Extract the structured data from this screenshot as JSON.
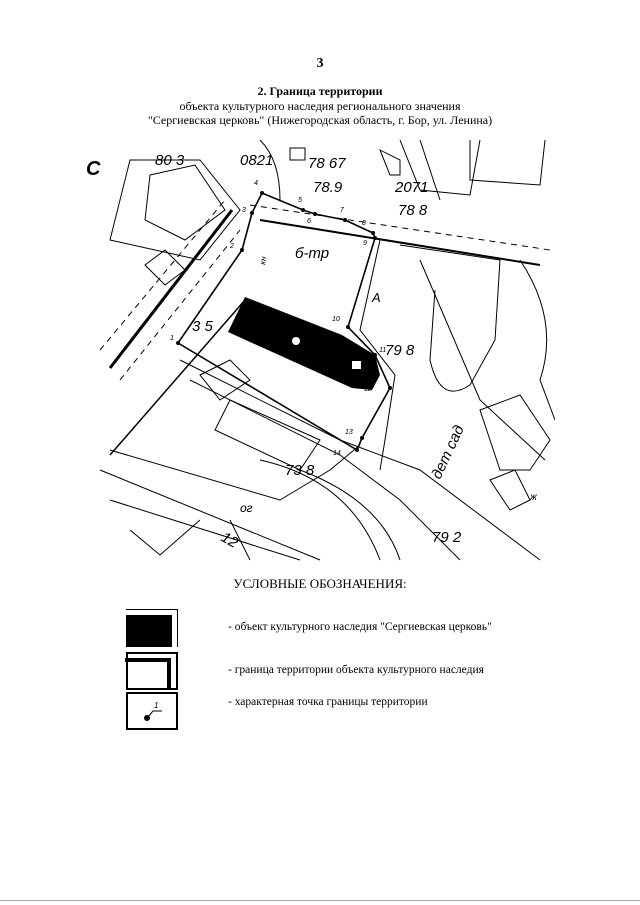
{
  "page_number": "3",
  "heading": {
    "title": "2. Граница территории",
    "line1": "объекта культурного наследия регионального значения",
    "line2": "\"Сергиевская церковь\" (Нижегородская область, г. Бор, ул. Ленина)"
  },
  "map": {
    "north_symbol": "С",
    "labels": [
      "80 3",
      "0821",
      "78 67",
      "78.9",
      "2071",
      "78 8",
      "б-тр",
      "79 8",
      "73 8",
      "дет сад",
      "79 2",
      "ог",
      "3 5",
      "12",
      "кн",
      "ж",
      "А"
    ],
    "points": [
      "1",
      "2",
      "3",
      "4",
      "5",
      "6",
      "7",
      "8",
      "9",
      "10",
      "11",
      "12",
      "13",
      "14"
    ]
  },
  "legend": {
    "title": "УСЛОВНЫЕ ОБОЗНАЧЕНИЯ:",
    "items": [
      {
        "icon": "heritage-object-symbol",
        "text": "- объект культурного наследия \"Сергиевская церковь\""
      },
      {
        "icon": "territory-boundary-symbol",
        "text": "- граница территории объекта культурного наследия"
      },
      {
        "icon": "boundary-point-symbol",
        "label": "1",
        "text": "- характерная точка границы территории"
      }
    ]
  }
}
